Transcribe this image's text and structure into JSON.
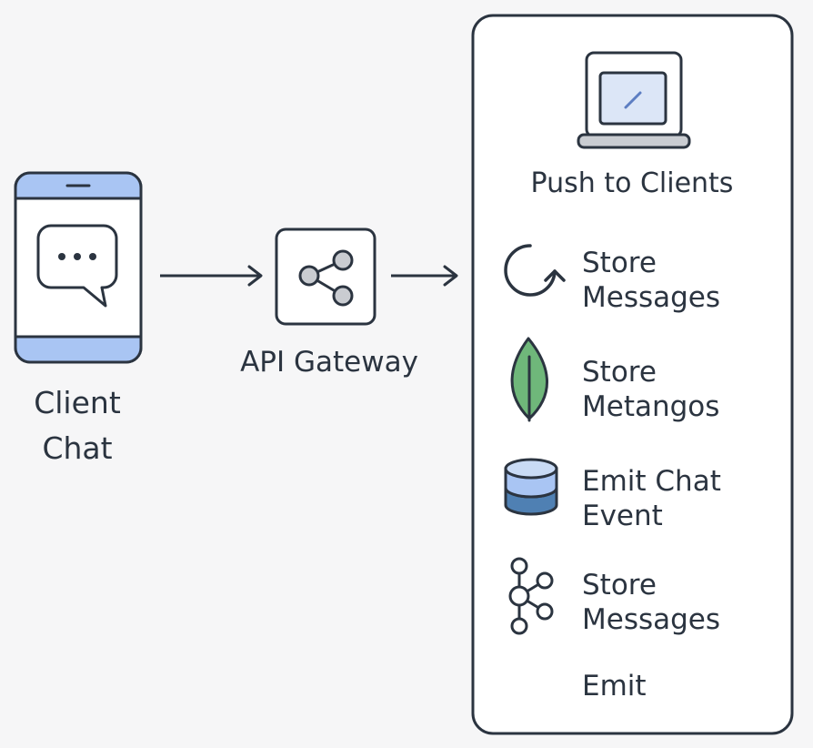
{
  "client": {
    "label": "Client\nChat",
    "icon": "chat-bubble-icon"
  },
  "gateway": {
    "label": "API Gateway",
    "icon": "share-icon"
  },
  "panel": {
    "header": {
      "label": "Push to Clients",
      "icon": "laptop-icon"
    },
    "items": [
      {
        "label": "Store\nMessages",
        "icon": "refresh-icon"
      },
      {
        "label": "Store\nMetangos",
        "icon": "leaf-icon"
      },
      {
        "label": "Emit Chat\nEvent",
        "icon": "database-icon"
      },
      {
        "label": "Store\nMessages",
        "icon": "graph-nodes-icon"
      },
      {
        "label": "Emit"
      }
    ]
  },
  "colors": {
    "accent_blue": "#a9c5f3",
    "outline": "#2b3440",
    "leaf_green": "#6fb77a",
    "db_blue": "#4f80b3"
  }
}
